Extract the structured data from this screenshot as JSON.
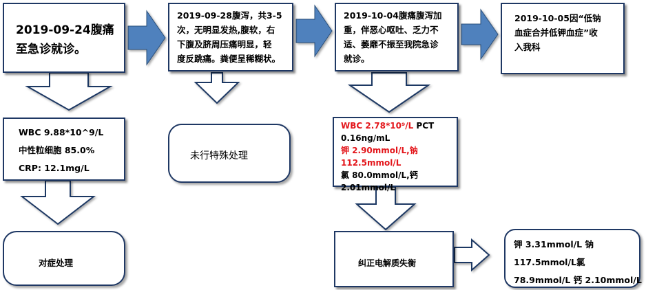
{
  "boxes": {
    "b1": [
      "2019-09-24腹痛",
      "至急诊就诊。"
    ],
    "b2": [
      "2019-09-28腹泻，共3-5",
      "次，无明显发热,腹软，右",
      "下腹及脐周压痛明显，轻",
      "度反跳痛。粪便呈稀糊状。"
    ],
    "b3": [
      "2019-10-04腹痛腹泻加",
      "重，伴恶心呕吐、乏力不",
      "适、萎靡不振至我院急诊",
      "就诊。"
    ],
    "b4": [
      "2019-10-05因“低钠",
      "血症合并低钾血症”收",
      "入我科"
    ],
    "lab1": [
      "WBC 9.88*10^9/L",
      "中性粒细胞  85.0%",
      "CRP: 12.1mg/L"
    ],
    "lab3": {
      "l1_red": "WBC 2.78*10⁹/L",
      "l1_rest": " PCT",
      "l2": "0.16ng/mL",
      "l3": "钾 2.90mmol/L,钠",
      "l4": "112.5mmol/L",
      "l5": "氯 80.0mmol/L,钙",
      "l6": "2.01mmol/L"
    },
    "t1": "对症处理",
    "t2": "未行特殊处理",
    "t3": "纠正电解质失衡",
    "result": [
      "钾 3.31mmol/L 钠",
      "117.5mmol/L氯",
      "78.9mmol/L 钙 2.10mmol/L"
    ]
  },
  "colors": {
    "arrow_fill": "#4f81bd",
    "arrow_stroke": "#2a4f7a",
    "border": "#1f3864",
    "highlight": "#e3151a"
  }
}
